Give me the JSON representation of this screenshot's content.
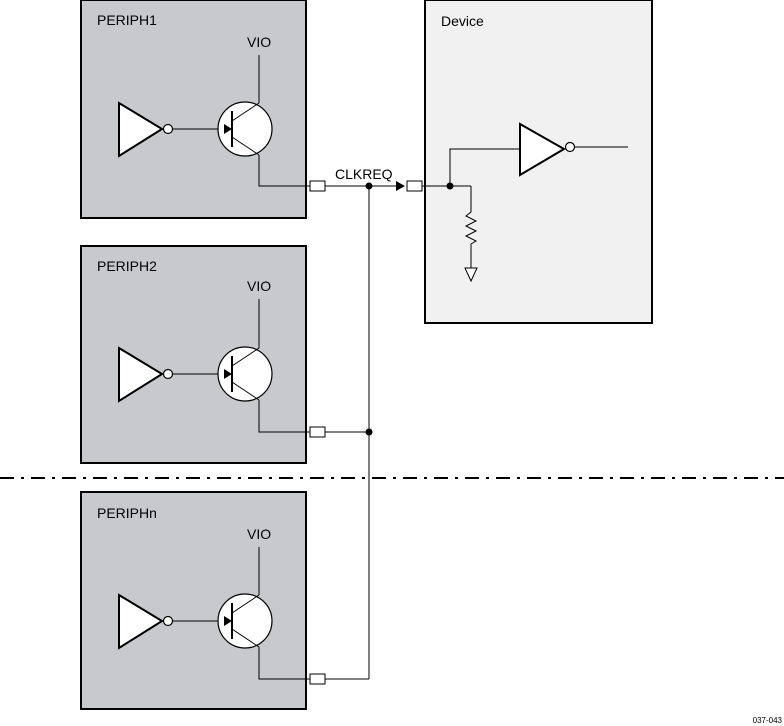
{
  "peripherals": [
    {
      "label": "PERIPH1",
      "supply": "VIO"
    },
    {
      "label": "PERIPH2",
      "supply": "VIO"
    },
    {
      "label": "PERIPHn",
      "supply": "VIO"
    }
  ],
  "device": {
    "label": "Device"
  },
  "signal": {
    "label": "CLKREQ"
  },
  "figure_id": "037-043"
}
